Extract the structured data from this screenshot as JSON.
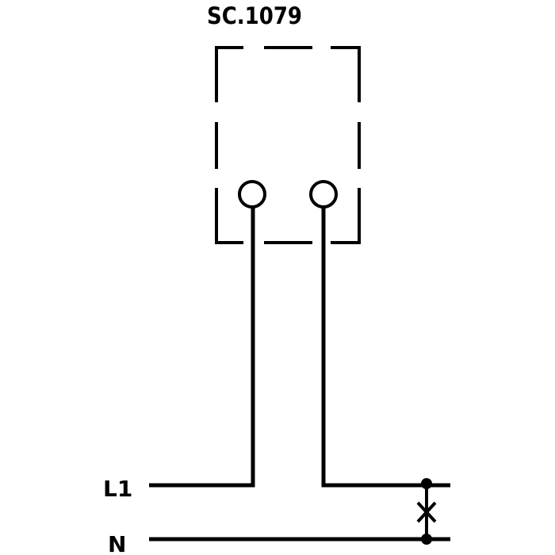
{
  "diagram": {
    "type": "wiring-diagram",
    "device": {
      "label": "SC.1079",
      "enclosure": "dashed-box",
      "terminals": [
        {
          "id": "terminal-1",
          "connects_to": "L1"
        },
        {
          "id": "terminal-2",
          "connects_to": "N"
        }
      ]
    },
    "lines": [
      {
        "label": "L1",
        "name": "line-phase"
      },
      {
        "label": "N",
        "name": "line-neutral"
      }
    ],
    "protection": {
      "symbol": "fuse-cross",
      "between": [
        "L1",
        "N"
      ]
    },
    "colors": {
      "stroke": "#000000",
      "background": "#ffffff"
    }
  }
}
